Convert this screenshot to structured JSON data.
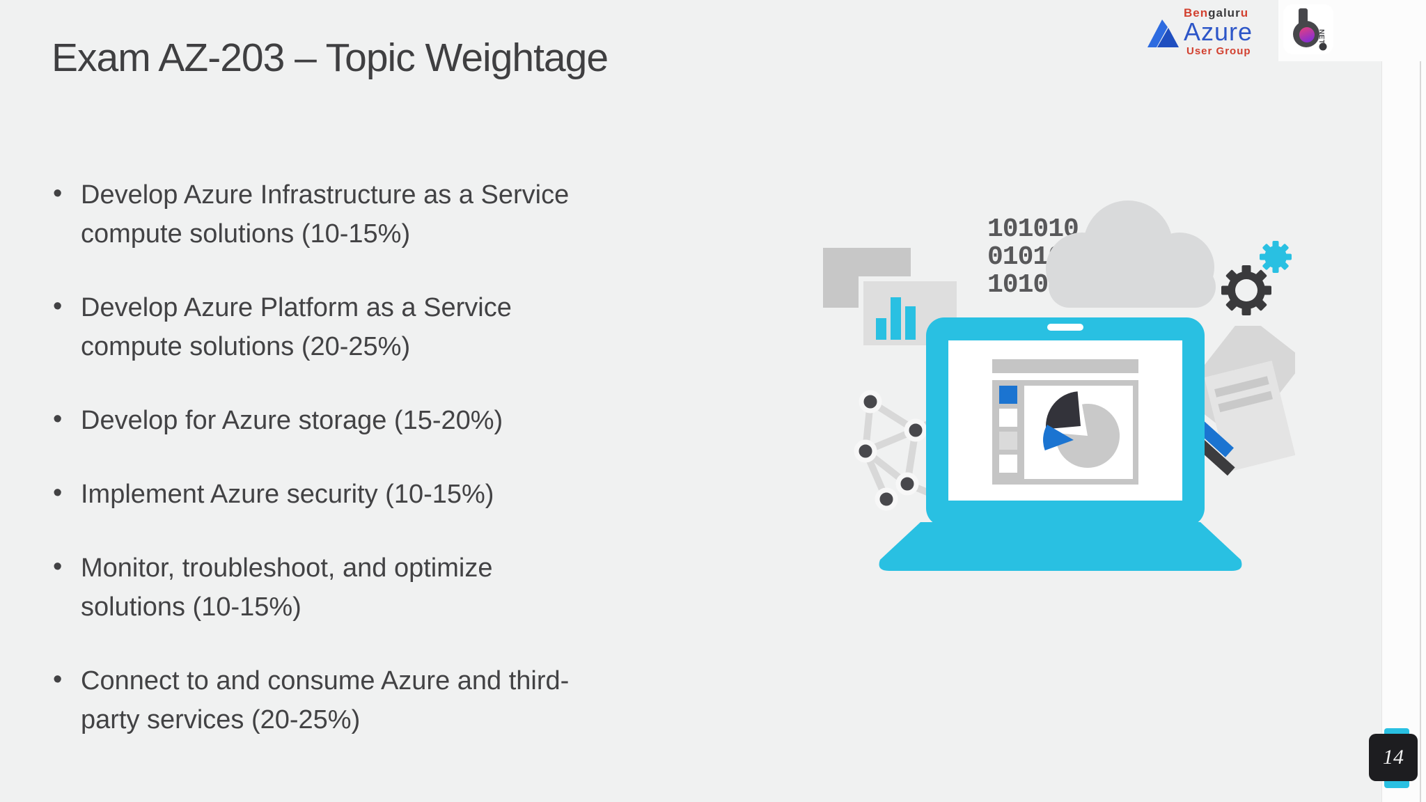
{
  "slide": {
    "title": "Exam AZ-203 – Topic Weightage",
    "bullets": [
      "Develop Azure Infrastructure as a Service\ncompute solutions (10-15%)",
      "Develop Azure Platform as a Service\ncompute solutions (20-25%)",
      "Develop for Azure storage (15-20%)",
      "Implement Azure security (10-15%)",
      "Monitor, troubleshoot, and optimize\nsolutions (10-15%)",
      "Connect to and consume Azure and third-\nparty services (20-25%)"
    ],
    "page_number": "14"
  },
  "logos": {
    "azure_user_group": {
      "part1": "Ben",
      "part2": "galur",
      "part3": "u",
      "product": "Azure",
      "caption": "User Group"
    },
    "bnet": {
      "letter": "b",
      "caption": "NET"
    }
  },
  "illustration": {
    "binary_lines": [
      "101010",
      "010101",
      "10101"
    ],
    "icons": [
      "window-card",
      "bar-chart-doc",
      "binary-code",
      "cloud",
      "gear-dark",
      "gear-cyan",
      "network-graph",
      "laptop",
      "pie-chart-window",
      "documents-stack"
    ]
  },
  "colors": {
    "background": "#f0f1f1",
    "text": "#3f3f41",
    "cyan_accent": "#29c0e2",
    "blue_accent": "#1b74d1",
    "dark_accent": "#33333a",
    "cloud_gray": "#d9dadb",
    "logo_red": "#d2402f",
    "logo_blue": "#2d56c8",
    "badge_dark": "#1d1d20"
  }
}
